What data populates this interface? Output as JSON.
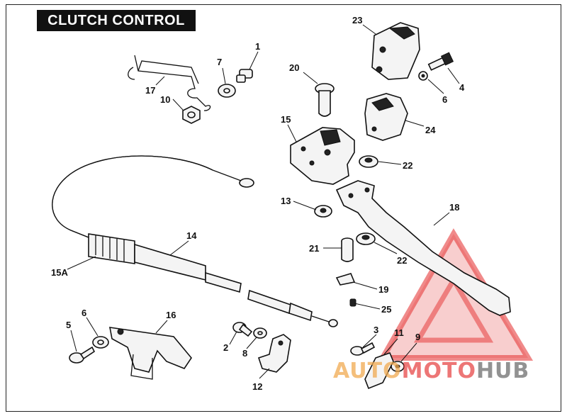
{
  "title": "CLUTCH CONTROL",
  "watermark": {
    "part_a": "AUTO",
    "part_b": "MOTO",
    "part_c": "HUB"
  },
  "callouts": {
    "c1": "1",
    "c7": "7",
    "c17": "17",
    "c10": "10",
    "c20": "20",
    "c23": "23",
    "c4": "4",
    "c6a": "6",
    "c24": "24",
    "c15": "15",
    "c22a": "22",
    "c13": "13",
    "c18": "18",
    "c14": "14",
    "c15a": "15A",
    "c21": "21",
    "c22b": "22",
    "c19": "19",
    "c25": "25",
    "c5": "5",
    "c6b": "6",
    "c16": "16",
    "c2": "2",
    "c8": "8",
    "c12": "12",
    "c3": "3",
    "c11": "11",
    "c9": "9"
  },
  "colors": {
    "ink": "#111111",
    "watermark_red": "#e03c3c",
    "watermark_orange": "#f0aa50",
    "watermark_gray": "#6e6e6e"
  }
}
